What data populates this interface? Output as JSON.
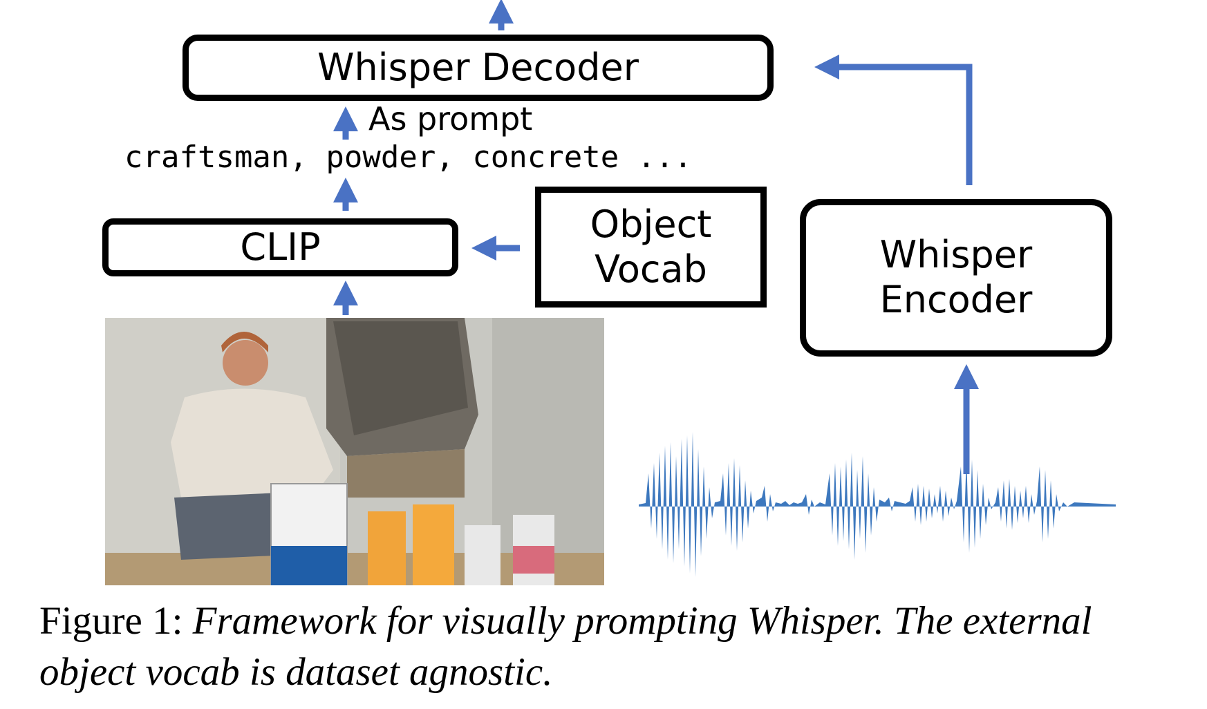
{
  "diagram": {
    "decoder_label": "Whisper Decoder",
    "prompt_label": "As prompt",
    "prompt_words": "craftsman, powder, concrete ...",
    "clip_label": "CLIP",
    "vocab_label_line1": "Object",
    "vocab_label_line2": "Vocab",
    "encoder_label_line1": "Whisper",
    "encoder_label_line2": "Encoder",
    "arrow_color": "#4A72C4",
    "waveform_color": "#3D78BE"
  },
  "caption": {
    "prefix": "Figure 1:",
    "text": "Framework for visually prompting Whisper. The external object vocab is dataset agnostic."
  }
}
